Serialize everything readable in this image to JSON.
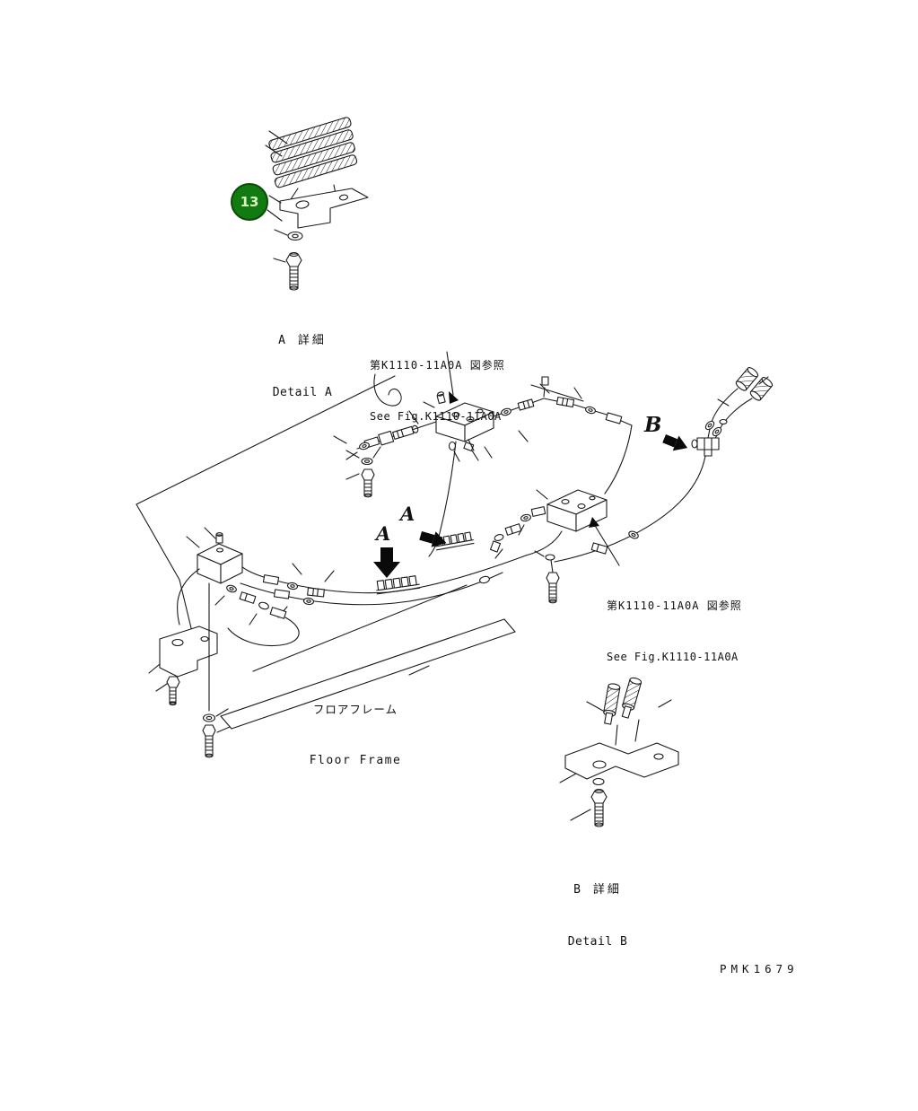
{
  "colors": {
    "line": "#1a1a1a",
    "badge_fill": "#117a11",
    "badge_border": "#0a4a0a",
    "badge_text": "#d8f5c0"
  },
  "badge": {
    "number": "13"
  },
  "labels": {
    "detail_a_jp": "A 詳細",
    "detail_a_en": "Detail A",
    "ref_top_jp": "第K1110-11A0A 図参照",
    "ref_top_en": "See Fig.K1110-11A0A",
    "ref_right_jp": "第K1110-11A0A 図参照",
    "ref_right_en": "See Fig.K1110-11A0A",
    "marker_a_upper": "A",
    "marker_a_lower": "A",
    "marker_b": "B",
    "floor_frame_jp": "フロアフレーム",
    "floor_frame_en": "Floor Frame",
    "detail_b_jp": "B 詳細",
    "detail_b_en": "Detail B",
    "doc_code": "PMK1679"
  }
}
